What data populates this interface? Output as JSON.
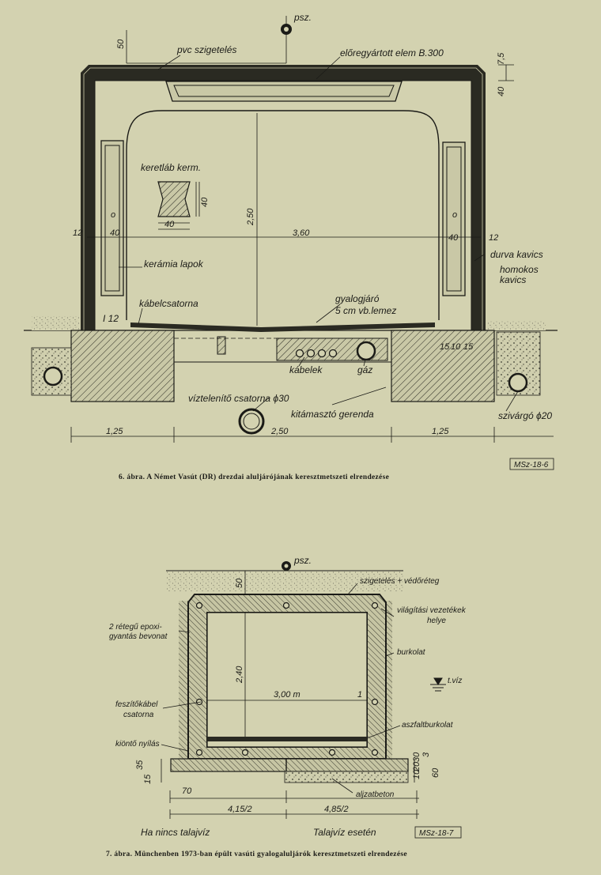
{
  "figure1": {
    "labels": {
      "psz": "psz.",
      "pvc": "pvc szigetelés",
      "elem": "előregyártott elem B.300",
      "keretlab": "keretláb kerm.",
      "keramia": "kerámia lapok",
      "kabelcsatorna": "kábelcsatorna",
      "gyalogjaro": "gyalogjáró",
      "vblemez": "5 cm vb.lemez",
      "kabelek": "kábelek",
      "gaz": "gáz",
      "viztelenito": "víztelenítő csatorna ϕ30",
      "kitamaszto": "kitámasztó gerenda",
      "durva": "durva kavics",
      "homokos1": "homokos",
      "homokos2": "kavics",
      "szivargo": "szivárgó ϕ20",
      "i12": "I 12"
    },
    "dims": {
      "d50": "50",
      "d75": "7,5",
      "d40top": "40",
      "d12l": "12",
      "d40l": "40",
      "d12r": "12",
      "d40r": "40",
      "d40a": "40",
      "d40b": "40",
      "h250": "2,50",
      "w360": "3,60",
      "d15a": "15",
      "d10": "10",
      "d15b": "15",
      "b125l": "1,25",
      "b250": "2,50",
      "b125r": "1,25"
    },
    "caption": "6. ábra. A Német Vasút (DR) drezdai aluljárójának keresztmetszeti elrendezése",
    "ref": "MSz-18-6"
  },
  "figure2": {
    "labels": {
      "psz": "psz.",
      "szigeteles": "szigetelés + védőréteg",
      "epoxi1": "2 rétegű epoxi-",
      "epoxi2": "gyantás bevonat",
      "vilagitas1": "világítási vezetékek",
      "vilagitas2": "helye",
      "burkolat": "burkolat",
      "tviz": "t.víz",
      "feszito1": "feszítőkábel",
      "feszito2": "csatorna",
      "aszfalt": "aszfaltburkolat",
      "kionto": "kiöntő nyílás",
      "aljzat": "aljzatbeton",
      "hanincs": "Ha nincs talajvíz",
      "talajviz": "Talajvíz esetén"
    },
    "dims": {
      "d50": "50",
      "h240": "2,40",
      "w300": "3,00 m",
      "one": "1",
      "d35": "35",
      "d15": "15",
      "d70": "70",
      "b415": "4,15/2",
      "b485": "4,85/2",
      "r10": "10",
      "r20": "20",
      "r30": "30",
      "r3": "3",
      "r60": "60"
    },
    "caption": "7. ábra. Münchenben 1973-ban épült vasúti gyalogaluljárók keresztmetszeti elrendezése",
    "ref": "MSz-18-7"
  }
}
